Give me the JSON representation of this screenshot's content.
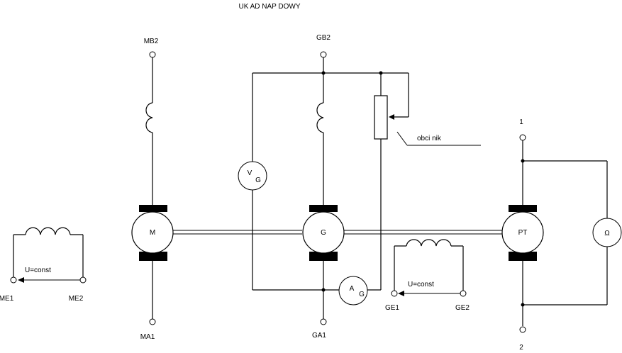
{
  "title": "UK AD NAP DOWY",
  "machines": {
    "motor": "M",
    "generator": "G",
    "tachogenerator": "PT"
  },
  "meters": {
    "voltmeter_letter": "V",
    "voltmeter_sub": "G",
    "ammeter_letter": "A",
    "ammeter_sub": "G",
    "ohmmeter": "Ω"
  },
  "terminals": {
    "mb2": "MB2",
    "ma1": "MA1",
    "gb2": "GB2",
    "ga1": "GA1",
    "me1": "ME1",
    "me2": "ME2",
    "ge1": "GE1",
    "ge2": "GE2",
    "pt1": "1",
    "pt2": "2"
  },
  "labels": {
    "load": "obci nik",
    "motor_field_supply": "U=const",
    "gen_field_supply": "U=const"
  }
}
